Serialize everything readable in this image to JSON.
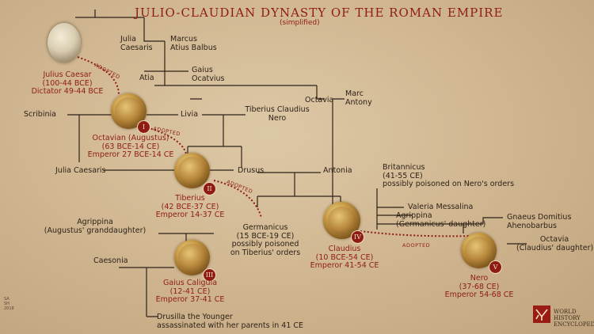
{
  "title": "JULIO-CLAUDIAN DYNASTY OF THE ROMAN EMPIRE",
  "subtitle": "(simplified)",
  "adopted_label": "ADOPTED",
  "people": {
    "julius_caesar": {
      "name": "Julius Caesar",
      "dates": "(100-44 BCE)",
      "role": "Dictator 49-44 BCE"
    },
    "julia_caesaris_top": {
      "line1": "Julia",
      "line2": "Caesaris"
    },
    "marcus": {
      "line1": "Marcus",
      "line2": "Atius Balbus"
    },
    "atia": "Atia",
    "gaius_ocatvius": {
      "line1": "Gaius",
      "line2": "Ocatvius"
    },
    "octavia": "Octavia",
    "marc_antony": {
      "line1": "Marc",
      "line2": "Antony"
    },
    "scribinia": "Scribinia",
    "livia": "Livia",
    "tiberius_claudius": {
      "line1": "Tiberius Claudius",
      "line2": "Nero"
    },
    "octavian": {
      "name": "Octavian (Augustus)",
      "dates": "(63 BCE-14 CE)",
      "role": "Emperor 27 BCE-14 CE",
      "numeral": "I"
    },
    "julia_caesaris": "Julia Caesaris",
    "drusus": "Drusus",
    "antonia": "Antonia",
    "tiberius": {
      "name": "Tiberius",
      "dates": "(42 BCE-37 CE)",
      "role": "Emperor 14-37 CE",
      "numeral": "II"
    },
    "britannicus": {
      "line1": "Britannicus",
      "line2": "(41-55 CE)",
      "line3": "possibly poisoned on Nero's orders"
    },
    "valeria": "Valeria Messalina",
    "agrippina_g": {
      "line1": "Agrippina",
      "line2": "(Germanicus' daughter)"
    },
    "gnaeus": {
      "line1": "Gnaeus Domitius",
      "line2": "Ahenobarbus"
    },
    "agrippina_a": {
      "line1": "Agrippina",
      "line2": "(Augustus' granddaughter)"
    },
    "germanicus": {
      "line1": "Germanicus",
      "line2": "(15 BCE-19 CE)",
      "line3": "possibly poisoned",
      "line4": "on Tiberius' orders"
    },
    "claudius": {
      "name": "Claudius",
      "dates": "(10 BCE-54 CE)",
      "role": "Emperor 41-54 CE",
      "numeral": "IV"
    },
    "octavia_c": {
      "line1": "Octavia",
      "line2": "(Claudius' daughter)"
    },
    "nero": {
      "name": "Nero",
      "dates": "(37-68 CE)",
      "role": "Emperor 54-68 CE",
      "numeral": "V"
    },
    "caesonia": "Caesonia",
    "caligula": {
      "name": "Gaius Caligula",
      "dates": "(12-41 CE)",
      "role": "Emperor 37-41 CE",
      "numeral": "III"
    },
    "drusilla": {
      "line1": "Drusilla the Younger",
      "line2": "assassinated with her parents in 41 CE"
    }
  },
  "logo": {
    "line1": "WORLD HISTORY",
    "line2": "ENCYCLOPEDIA"
  },
  "signature": {
    "line1": "SA",
    "line2": "SH",
    "line3": "2018"
  },
  "colors": {
    "accent": "#8f1c14",
    "line": "#2d2218",
    "paper": "#d3bb96"
  }
}
